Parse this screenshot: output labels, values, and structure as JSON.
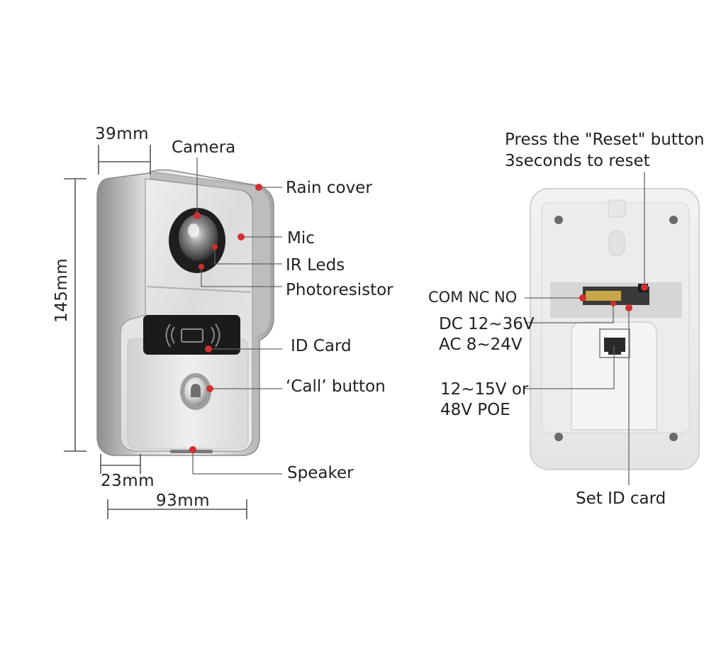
{
  "colors": {
    "accent": "#d32f2f",
    "leader": "#666666",
    "text": "#222222"
  },
  "dimensions": {
    "depth": "39mm",
    "height": "145mm",
    "bottom_depth": "23mm",
    "width": "93mm"
  },
  "front_labels": {
    "camera": "Camera",
    "rain_cover": "Rain cover",
    "mic": "Mic",
    "ir_leds": "IR Leds",
    "photoresistor": "Photoresistor",
    "id_card": "ID Card",
    "call_button": "‘Call’ button",
    "speaker": "Speaker"
  },
  "back_labels": {
    "reset_line1": "Press the \"Reset\" button",
    "reset_line2": "3seconds to reset",
    "com_nc_no": "COM NC NO",
    "dc_line1": "DC 12~36V",
    "dc_line2": "AC 8~24V",
    "poe_line1": "12~15V or",
    "poe_line2": "48V POE",
    "set_id_card": "Set ID card"
  }
}
